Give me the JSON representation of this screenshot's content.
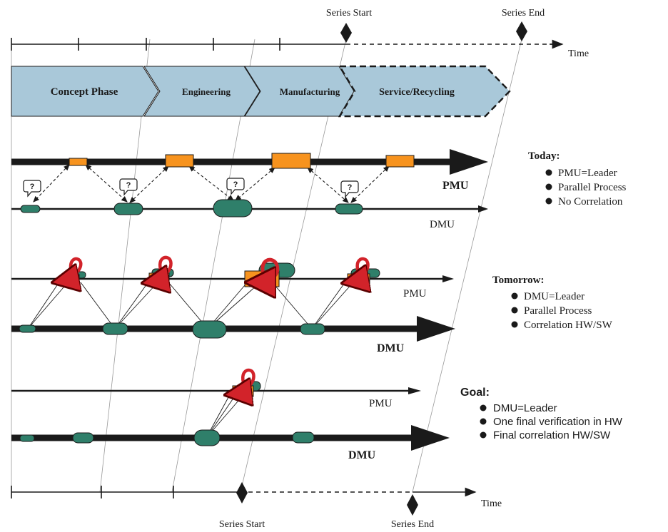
{
  "top_axis": {
    "label": "Time",
    "series_start": "Series Start",
    "series_end": "Series End"
  },
  "bottom_axis": {
    "label": "Time",
    "series_start": "Series Start",
    "series_end": "Series End"
  },
  "phases": [
    {
      "label": "Concept Phase"
    },
    {
      "label": "Engineering"
    },
    {
      "label": "Manufacturing"
    },
    {
      "label": "Service/Recycling"
    }
  ],
  "today": {
    "pmu_label": "PMU",
    "dmu_label": "DMU",
    "title": "Today:",
    "bullets": [
      "PMU=Leader",
      "Parallel Process",
      "No Correlation"
    ],
    "question_mark": "?"
  },
  "tomorrow": {
    "pmu_label": "PMU",
    "dmu_label": "DMU",
    "title": "Tomorrow:",
    "bullets": [
      "DMU=Leader",
      "Parallel Process",
      "Correlation HW/SW"
    ]
  },
  "goal": {
    "pmu_label": "PMU",
    "dmu_label": "DMU",
    "title": "Goal:",
    "bullets": [
      "DMU=Leader",
      "One final verification in HW",
      "Final correlation HW/SW"
    ]
  },
  "colors": {
    "phase_fill": "#a9c8d9",
    "pmu_box": "#f7931e",
    "dmu_pill": "#2f7f6a",
    "loop_arrow": "#d2232a",
    "line": "#1a1a1a"
  }
}
